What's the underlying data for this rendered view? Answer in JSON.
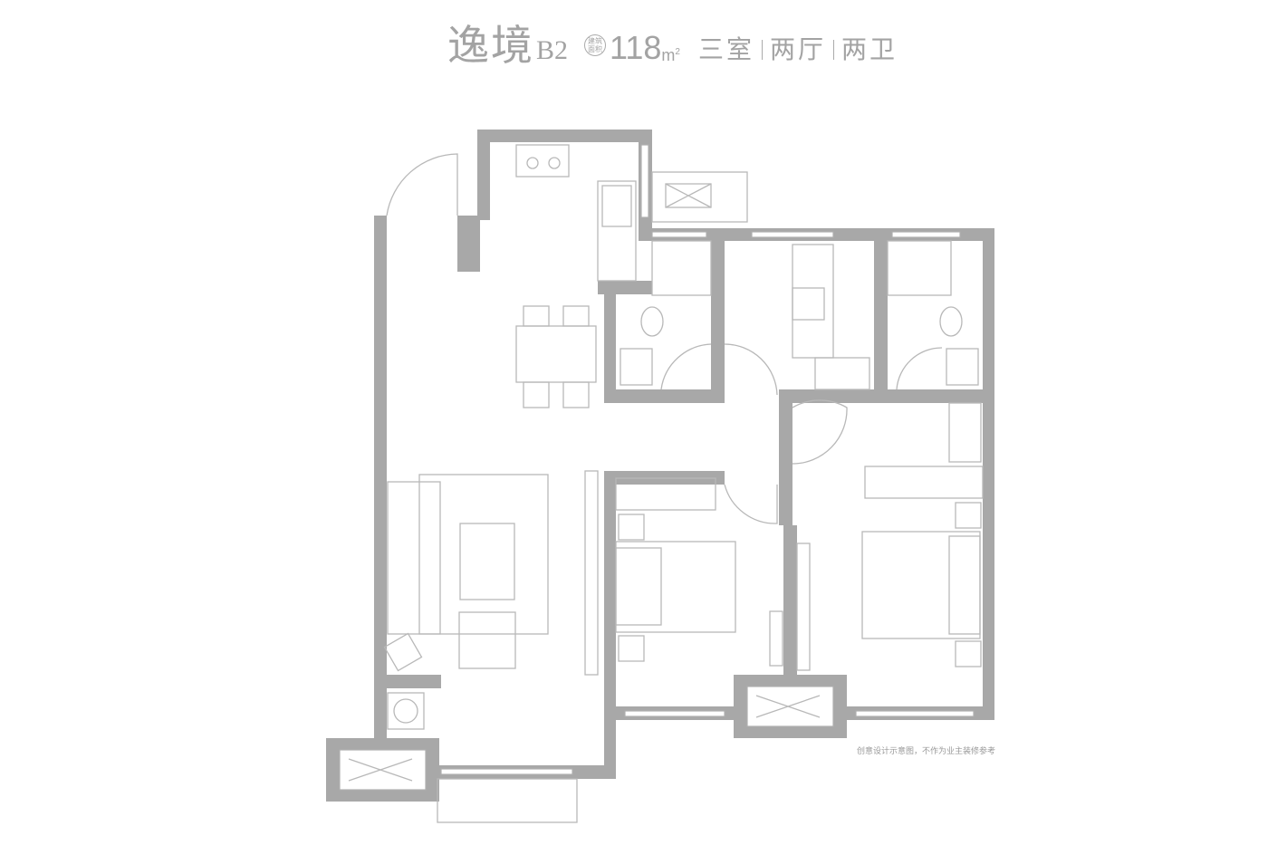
{
  "header": {
    "project_name": "逸境",
    "unit_code": "B2",
    "area_badge_top": "建筑",
    "area_badge_bottom": "面积",
    "area_value": "118",
    "area_unit": "m",
    "area_unit_sup": "2",
    "rooms": [
      "三室",
      "两厅",
      "两卫"
    ]
  },
  "disclaimer": "创意设计示意图，不作为业主装修参考",
  "colors": {
    "wall": "#a8a8a8",
    "text": "#a3a3a3"
  }
}
